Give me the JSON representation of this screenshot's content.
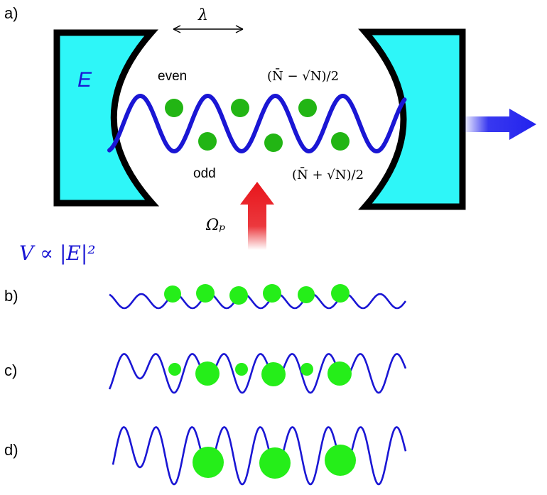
{
  "panels": {
    "a": "a)",
    "b": "b)",
    "c": "c)",
    "d": "d)"
  },
  "labels": {
    "wavelength": "λ",
    "field": "E",
    "even": "even",
    "odd": "odd",
    "even_count": "(N̄ − √N)/2",
    "odd_count": "(N̄ + √N)/2",
    "pump": "Ωₚ",
    "potential": "V ∝ |E|²"
  },
  "colors": {
    "mirror_fill": "#2ef6f8",
    "mirror_edge": "#000000",
    "wave": "#1a16d4",
    "atom_a": "#22b514",
    "atom_bcd": "#25ee19",
    "pump_arrow": "#e8151b",
    "output_arrow": "#2222ee"
  },
  "icons": {
    "output": "right-arrow-icon",
    "pump": "up-arrow-icon",
    "wavelength": "double-headed-arrow-icon"
  }
}
